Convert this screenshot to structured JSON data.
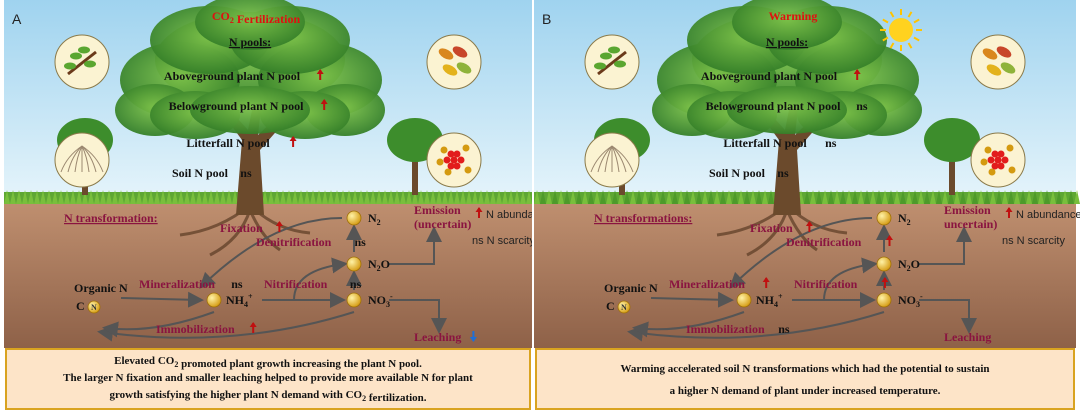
{
  "panels": [
    {
      "label": "A",
      "title": "CO2 Fertilization",
      "pools_header": "N pools:",
      "pools": [
        {
          "name": "Aboveground plant N pool",
          "effect": "up"
        },
        {
          "name": "Belowground plant N pool",
          "effect": "up"
        },
        {
          "name": "Litterfall N pool",
          "effect": "up"
        },
        {
          "name": "Soil N pool",
          "effect": "ns"
        }
      ],
      "transformation_header": "N transformation:",
      "emission_label": "Emission (uncertain)",
      "processes": {
        "fixation": {
          "name": "Fixation",
          "effect": "up"
        },
        "denitrification": {
          "name": "Denitrification",
          "effect": "ns"
        },
        "mineralization": {
          "name": "Mineralization",
          "effect": "ns"
        },
        "nitrification": {
          "name": "Nitrification",
          "effect": "ns"
        },
        "immobilization": {
          "name": "Immobilization",
          "effect": "up"
        },
        "leaching": {
          "name": "Leaching",
          "effect": "down"
        }
      },
      "species": {
        "organic": "Organic N",
        "cn": "C N",
        "n2": "N2",
        "n2o": "N2O",
        "nh4": "NH4+",
        "no3": "NO3-"
      },
      "legend": {
        "abundance": "N abundance",
        "scarcity": "ns N scarcity"
      },
      "summary": [
        "Elevated CO2 promoted plant growth increasing the plant N pool.",
        "The larger  N fixation and smaller leaching helped to provide more available N for plant",
        "growth satisfying the higher plant N demand with CO2 fertilization."
      ]
    },
    {
      "label": "B",
      "title": "Warming",
      "pools_header": "N pools:",
      "pools": [
        {
          "name": "Aboveground plant N pool",
          "effect": "up"
        },
        {
          "name": "Belowground plant N pool",
          "effect": "ns"
        },
        {
          "name": "Litterfall N pool",
          "effect": "ns"
        },
        {
          "name": "Soil N pool",
          "effect": "ns"
        }
      ],
      "transformation_header": "N transformations:",
      "emission_label": "Emission uncertain)",
      "processes": {
        "fixation": {
          "name": "Fixation",
          "effect": "up"
        },
        "denitrification": {
          "name": "Denitrification",
          "effect": "up"
        },
        "mineralization": {
          "name": "Mineralization",
          "effect": "up"
        },
        "nitrification": {
          "name": "Nitrification",
          "effect": "up"
        },
        "immobilization": {
          "name": "Immobilization",
          "effect": "ns"
        },
        "leaching": {
          "name": "Leaching",
          "effect": ""
        }
      },
      "species": {
        "organic": "Organic N",
        "cn": "C N",
        "n2": "N2",
        "n2o": "N2O",
        "nh4": "NH4+",
        "no3": "NO3-"
      },
      "legend": {
        "abundance": "N abundance",
        "scarcity": "ns N scarcity"
      },
      "summary": [
        "Warming accelerated soil N transformations which had the potential to sustain",
        "a higher N demand of plant under increased temperature."
      ]
    }
  ],
  "colors": {
    "sky_top": "#9fd3ef",
    "sky_bottom": "#e7f5fb",
    "soil_top": "#b98a66",
    "soil_bottom": "#8e6148",
    "summary_bg": "#fde4c8",
    "summary_border": "#d9a320",
    "up_arrow": "#c01010",
    "down_arrow": "#1f6fd6",
    "process_text": "#8a1440"
  }
}
